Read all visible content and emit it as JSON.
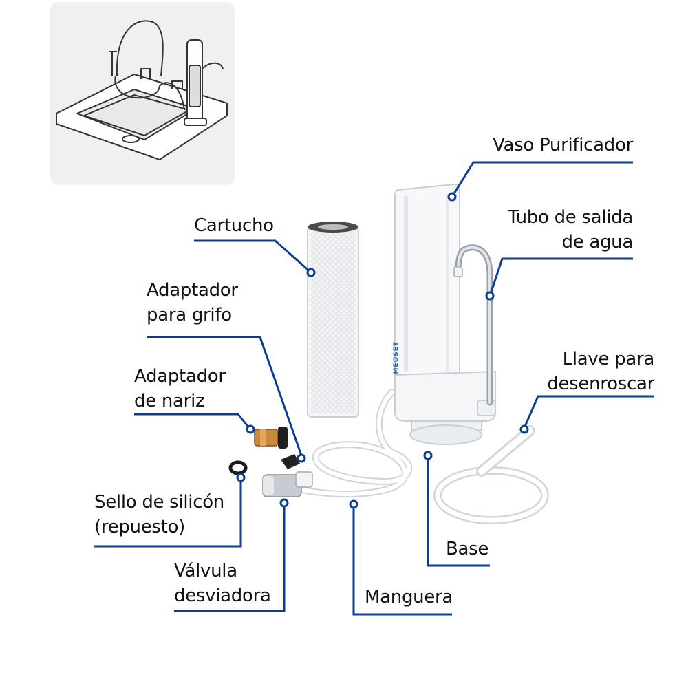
{
  "labels": {
    "vaso": "Vaso Purificador",
    "tubo_1": "Tubo de salida",
    "tubo_2": "de agua",
    "cartucho": "Cartucho",
    "adaptador_grifo_1": "Adaptador",
    "adaptador_grifo_2": "para grifo",
    "adaptador_nariz_1": "Adaptador",
    "adaptador_nariz_2": "de nariz",
    "llave_1": "Llave para",
    "llave_2": "desenroscar",
    "sello_1": "Sello de silicón",
    "sello_2": "(repuesto)",
    "valvula_1": "Válvula",
    "valvula_2": "desviadora",
    "base": "Base",
    "manguera": "Manguera"
  },
  "brand": "MEOSET",
  "colors": {
    "leader": "#0b3d91",
    "text": "#111111",
    "inset_bg": "#f0f0f0",
    "part_white": "#f7f8fa",
    "part_outline": "#c9ced6",
    "chrome": "#b8bec6",
    "copper": "#c98a3b"
  }
}
